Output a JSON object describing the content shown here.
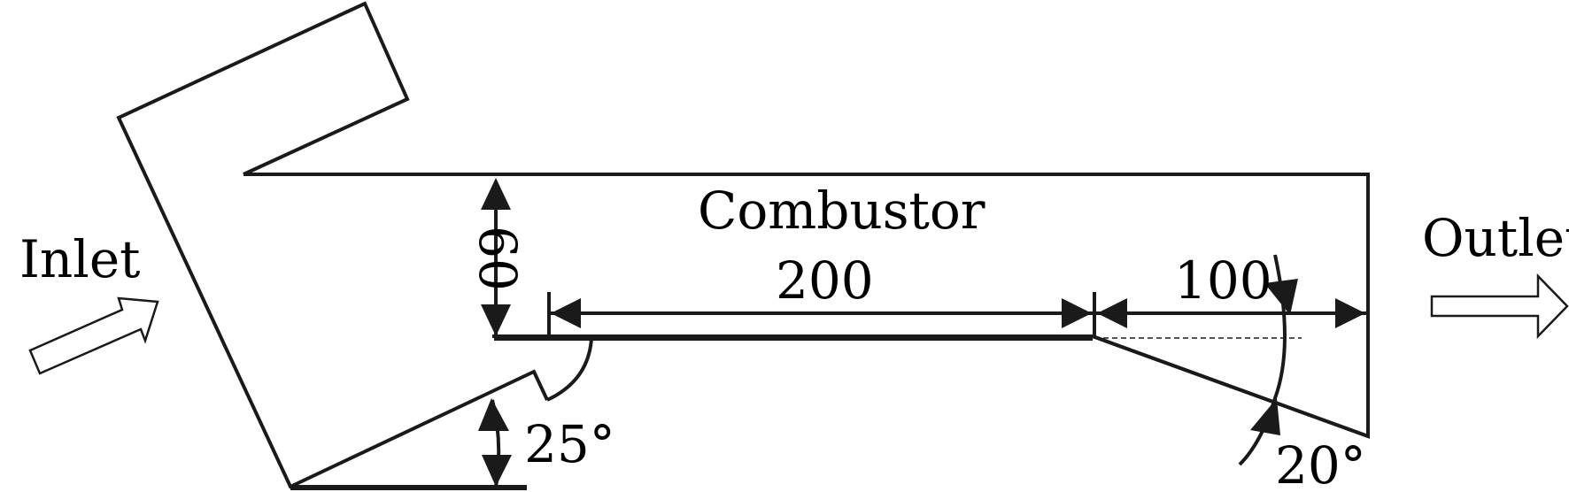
{
  "labels": {
    "inlet": "Inlet",
    "outlet": "Outlet",
    "combustor": "Combustor"
  },
  "dimensions": {
    "height": "60",
    "combustor_length": "200",
    "nozzle_length": "100",
    "inlet_angle": "25°",
    "nozzle_angle": "20°"
  },
  "colors": {
    "stroke": "#1a1a1a",
    "background": "#ffffff"
  }
}
